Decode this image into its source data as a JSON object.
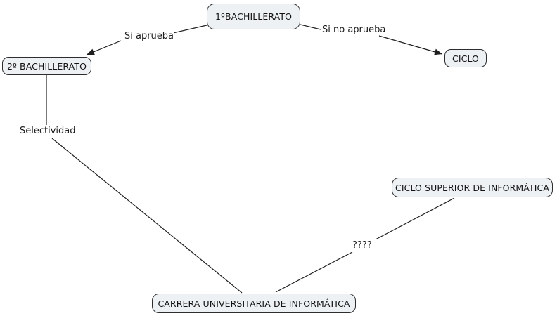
{
  "colors": {
    "background": "#ffffff",
    "node_fill": "#edf1f4",
    "node_border": "#2d2d2d",
    "line": "#1f1f1f",
    "text": "#131313"
  },
  "nodes": {
    "bachillerato1": {
      "label": "1ºBACHILLERATO"
    },
    "bachillerato2": {
      "label": "2º BACHILLERATO"
    },
    "ciclo": {
      "label": "CICLO"
    },
    "ciclo_superior": {
      "label": "CICLO SUPERIOR DE INFORMÁTICA"
    },
    "carrera": {
      "label": "CARRERA UNIVERSITARIA DE INFORMÁTICA"
    }
  },
  "edge_labels": {
    "si_aprueba": "Si aprueba",
    "si_no_aprueba": "Si no aprueba",
    "selectividad": "Selectividad",
    "unknown": "????"
  }
}
